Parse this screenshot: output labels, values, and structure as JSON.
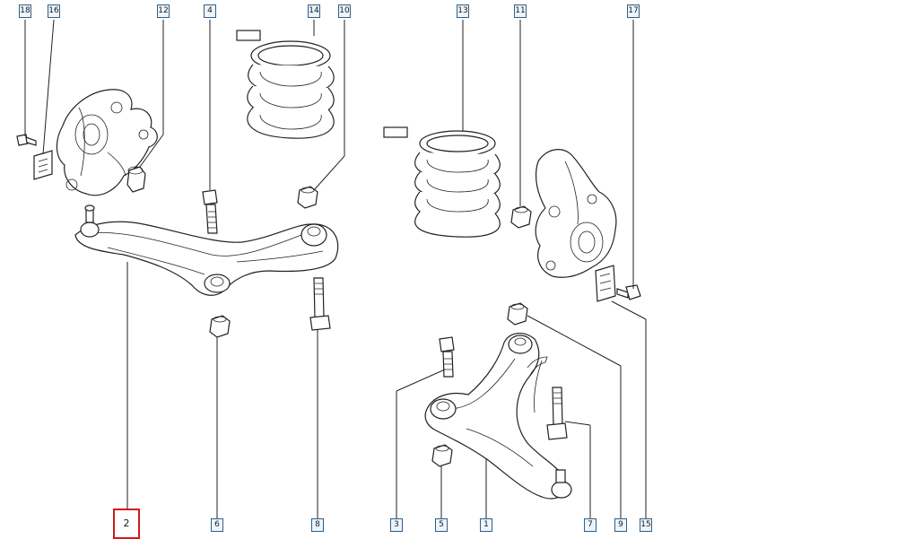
{
  "callouts": [
    {
      "id": "c18",
      "label": "18"
    },
    {
      "id": "c16",
      "label": "16"
    },
    {
      "id": "c12",
      "label": "12"
    },
    {
      "id": "c4",
      "label": "4"
    },
    {
      "id": "c14",
      "label": "14"
    },
    {
      "id": "c10",
      "label": "10"
    },
    {
      "id": "c13",
      "label": "13"
    },
    {
      "id": "c11",
      "label": "11"
    },
    {
      "id": "c17",
      "label": "17"
    },
    {
      "id": "c2",
      "label": "2",
      "selected": true
    },
    {
      "id": "c6",
      "label": "6"
    },
    {
      "id": "c8",
      "label": "8"
    },
    {
      "id": "c3",
      "label": "3"
    },
    {
      "id": "c5",
      "label": "5"
    },
    {
      "id": "c1",
      "label": "1"
    },
    {
      "id": "c7",
      "label": "7"
    },
    {
      "id": "c9",
      "label": "9"
    },
    {
      "id": "c15",
      "label": "15"
    }
  ],
  "selected_color": "#d11a1a"
}
